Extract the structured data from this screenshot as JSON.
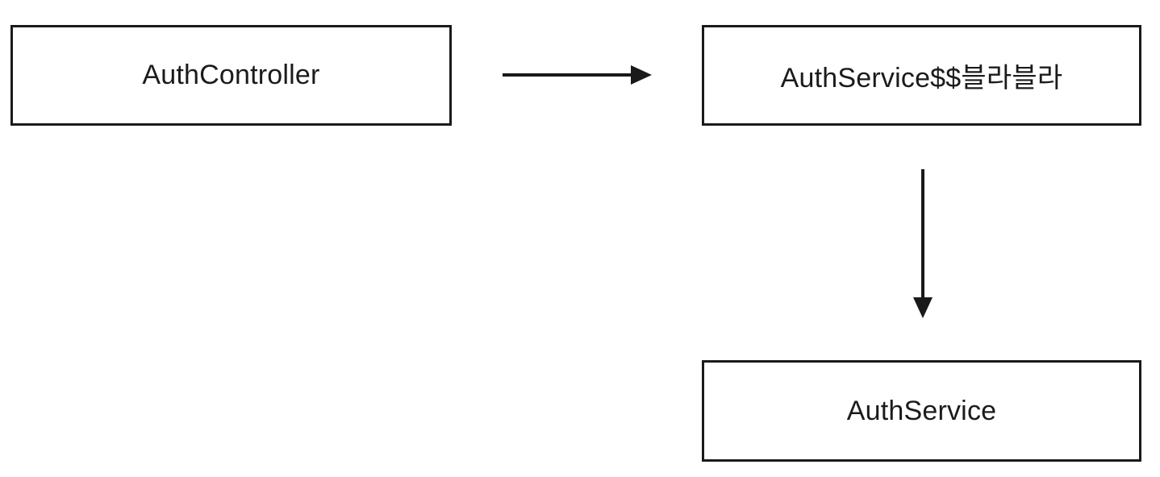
{
  "diagram": {
    "colors": {
      "background": "#ffffff",
      "node_border": "#1a1a1a",
      "text": "#1b1b1b",
      "arrow": "#1a1a1a"
    },
    "nodes": [
      {
        "id": "auth-controller",
        "label": "AuthController"
      },
      {
        "id": "auth-service-proxy",
        "label": "AuthService$$블라블라"
      },
      {
        "id": "auth-service",
        "label": "AuthService"
      }
    ],
    "edges": [
      {
        "from": "AuthController",
        "to": "AuthService$$블라블라",
        "direction": "right"
      },
      {
        "from": "AuthService$$블라블라",
        "to": "AuthService",
        "direction": "down"
      }
    ]
  }
}
